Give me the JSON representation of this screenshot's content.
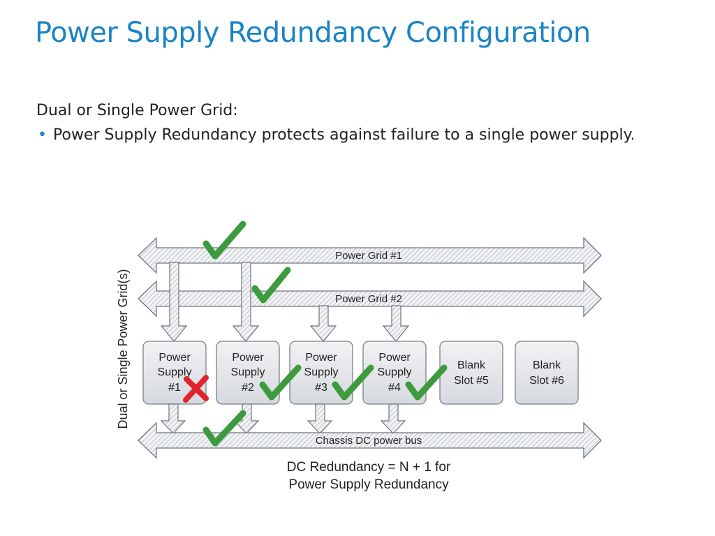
{
  "slide": {
    "title": "Power Supply Redundancy Configuration",
    "intro": "Dual or Single Power Grid:",
    "bullets": [
      "Power Supply Redundancy protects against failure to a single power supply."
    ]
  },
  "diagram": {
    "side_label": "Dual or Single Power Grid(s)",
    "grid1_label": "Power Grid #1",
    "grid2_label": "Power Grid #2",
    "bus_label": "Chassis DC power bus",
    "boxes": [
      {
        "line1": "Power",
        "line2": "Supply",
        "line3": "#1",
        "status": "failed"
      },
      {
        "line1": "Power",
        "line2": "Supply",
        "line3": "#2",
        "status": "ok"
      },
      {
        "line1": "Power",
        "line2": "Supply",
        "line3": "#3",
        "status": "ok"
      },
      {
        "line1": "Power",
        "line2": "Supply",
        "line3": "#4",
        "status": "ok"
      },
      {
        "line1": "Blank",
        "line2": "Slot #5"
      },
      {
        "line1": "Blank",
        "line2": "Slot #6"
      }
    ],
    "caption_line1": "DC Redundancy = N + 1 for",
    "caption_line2": "Power Supply Redundancy",
    "colors": {
      "check": "#3d9a3d",
      "cross": "#e0242b",
      "box_fill": "#e4e6e9",
      "arrow_stroke": "#6e7480",
      "title": "#1a84c5"
    }
  }
}
